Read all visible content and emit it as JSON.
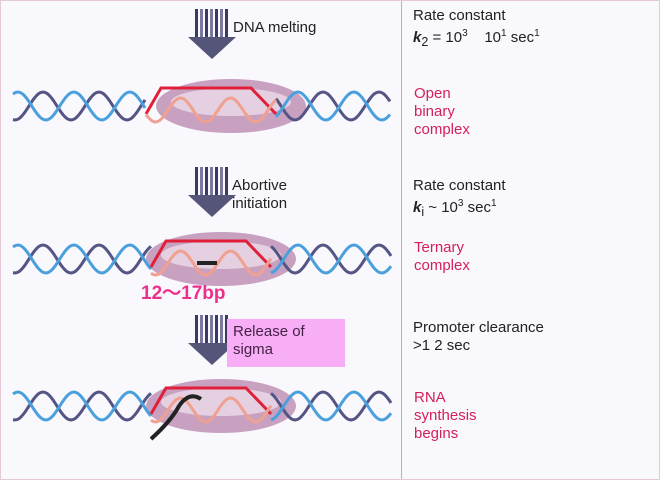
{
  "steps": [
    {
      "arrow_label": "DNA melting",
      "rate_title": "Rate constant",
      "rate_symbol": "k",
      "rate_sub": "2",
      "rate_expr_a": " = 10",
      "rate_exp_a": "3",
      "rate_expr_b": "  10",
      "rate_exp_b": "1",
      "rate_unit": " sec",
      "rate_exp_c": "1",
      "state": [
        "Open",
        "binary",
        "complex"
      ]
    },
    {
      "arrow_label": [
        "Abortive",
        "initiation"
      ],
      "rate_title": "Rate constant",
      "rate_symbol": "k",
      "rate_sub": "i",
      "rate_expr_a": " ~ 10",
      "rate_exp_a": "3",
      "rate_unit": " sec",
      "rate_exp_c": "1",
      "state": [
        "Ternary",
        "complex"
      ],
      "transcript_length": "12～17bp"
    },
    {
      "arrow_label": [
        "Release of",
        "sigma"
      ],
      "rate_title": "Promoter clearance",
      "rate_line2": ">1  2 sec",
      "state": [
        "RNA",
        "synthesis",
        "begins"
      ]
    }
  ],
  "colors": {
    "state_text": "#d4205a",
    "bp_label": "#ee2e8c",
    "sigma_box": "#f7aef7",
    "polymerase": "#a05a90",
    "dna_dark": "#555585",
    "dna_light": "#4aa0dd"
  }
}
